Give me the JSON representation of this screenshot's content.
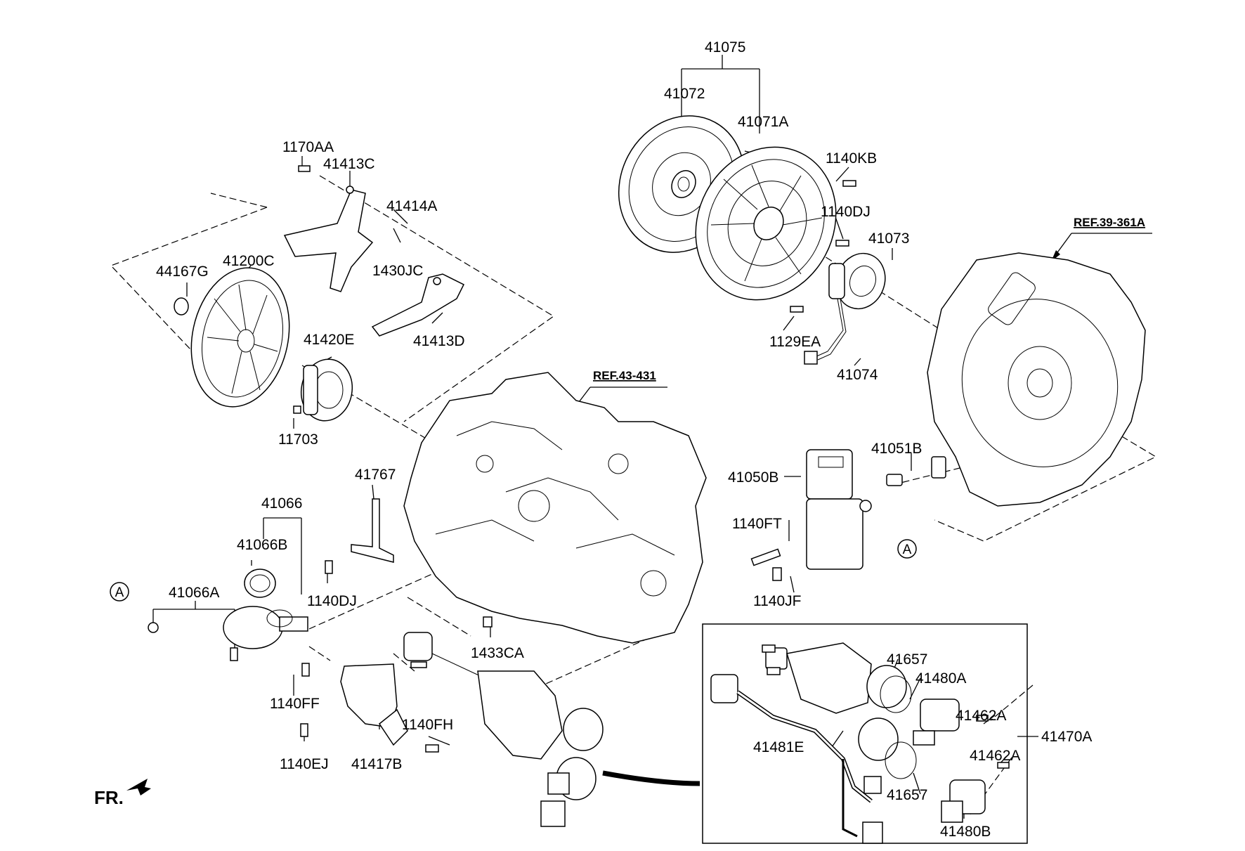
{
  "refs": {
    "transaxle": "REF.43-431",
    "housing": "REF.39-361A"
  },
  "callout_letter": "A",
  "front_marker": "FR.",
  "labels": {
    "p41075": "41075",
    "p41072": "41072",
    "p41071A": "41071A",
    "p1140KB": "1140KB",
    "p1140DJ_top": "1140DJ",
    "p41073": "41073",
    "p1129EA": "1129EA",
    "p41074": "41074",
    "p1170AA": "1170AA",
    "p41413C": "41413C",
    "p41414A": "41414A",
    "p1430JC": "1430JC",
    "p44167G": "44167G",
    "p41200C": "41200C",
    "p41413D": "41413D",
    "p41420E": "41420E",
    "p11703": "11703",
    "p41767": "41767",
    "p41066": "41066",
    "p41066B": "41066B",
    "p41066A": "41066A",
    "p1140DJ_mid": "1140DJ",
    "p1433CA": "1433CA",
    "p1140FF": "1140FF",
    "p1140EJ": "1140EJ",
    "p41417B": "41417B",
    "p1140FH": "1140FH",
    "p41051B": "41051B",
    "p41050B": "41050B",
    "p1140FT": "1140FT",
    "p1140JF": "1140JF",
    "p41657_top": "41657",
    "p41480A": "41480A",
    "p41462A_top": "41462A",
    "p41470A": "41470A",
    "p41481E": "41481E",
    "p41462A_bot": "41462A",
    "p41657_bot": "41657",
    "p41480B": "41480B"
  }
}
